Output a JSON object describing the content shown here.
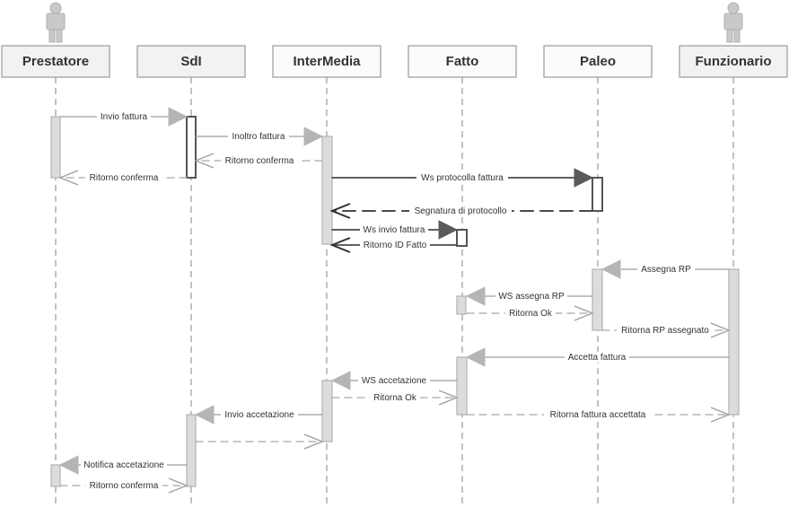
{
  "participants": [
    {
      "id": "prestatore",
      "label": "Prestatore",
      "icon": "person-icon"
    },
    {
      "id": "sdi",
      "label": "SdI"
    },
    {
      "id": "intermedia",
      "label": "InterMedia"
    },
    {
      "id": "fatto",
      "label": "Fatto"
    },
    {
      "id": "paleo",
      "label": "Paleo"
    },
    {
      "id": "funzionario",
      "label": "Funzionario",
      "icon": "person-icon"
    }
  ],
  "messages": [
    {
      "from": "prestatore",
      "to": "sdi",
      "label": "Invio fattura",
      "type": "sync"
    },
    {
      "from": "sdi",
      "to": "intermedia",
      "label": "Inoltro fattura",
      "type": "sync"
    },
    {
      "from": "intermedia",
      "to": "sdi",
      "label": "Ritorno conferma",
      "type": "return"
    },
    {
      "from": "sdi",
      "to": "prestatore",
      "label": "Ritorno conferma",
      "type": "return"
    },
    {
      "from": "intermedia",
      "to": "paleo",
      "label": "Ws protocolla fattura",
      "type": "sync"
    },
    {
      "from": "paleo",
      "to": "intermedia",
      "label": "Segnatura di protocollo",
      "type": "return"
    },
    {
      "from": "intermedia",
      "to": "fatto",
      "label": "Ws invio fattura",
      "type": "sync"
    },
    {
      "from": "fatto",
      "to": "intermedia",
      "label": "Ritorno ID Fatto",
      "type": "return"
    },
    {
      "from": "funzionario",
      "to": "paleo",
      "label": "Assegna RP",
      "type": "sync"
    },
    {
      "from": "paleo",
      "to": "fatto",
      "label": "WS assegna RP",
      "type": "sync"
    },
    {
      "from": "fatto",
      "to": "paleo",
      "label": "Ritorna Ok",
      "type": "return"
    },
    {
      "from": "paleo",
      "to": "funzionario",
      "label": "Ritorna RP assegnato",
      "type": "return"
    },
    {
      "from": "funzionario",
      "to": "fatto",
      "label": "Accetta fattura",
      "type": "sync"
    },
    {
      "from": "fatto",
      "to": "intermedia",
      "label": "WS accetazione",
      "type": "sync"
    },
    {
      "from": "intermedia",
      "to": "fatto",
      "label": "Ritorna Ok",
      "type": "return"
    },
    {
      "from": "fatto",
      "to": "funzionario",
      "label": "Ritorna fattura accettata",
      "type": "return"
    },
    {
      "from": "intermedia",
      "to": "sdi",
      "label": "Invio accetazione",
      "type": "sync"
    },
    {
      "from": "sdi",
      "to": "intermedia",
      "label": "",
      "type": "return"
    },
    {
      "from": "sdi",
      "to": "prestatore",
      "label": "Notifica accetazione",
      "type": "sync"
    },
    {
      "from": "prestatore",
      "to": "sdi",
      "label": "Ritorno conferma",
      "type": "return"
    }
  ]
}
